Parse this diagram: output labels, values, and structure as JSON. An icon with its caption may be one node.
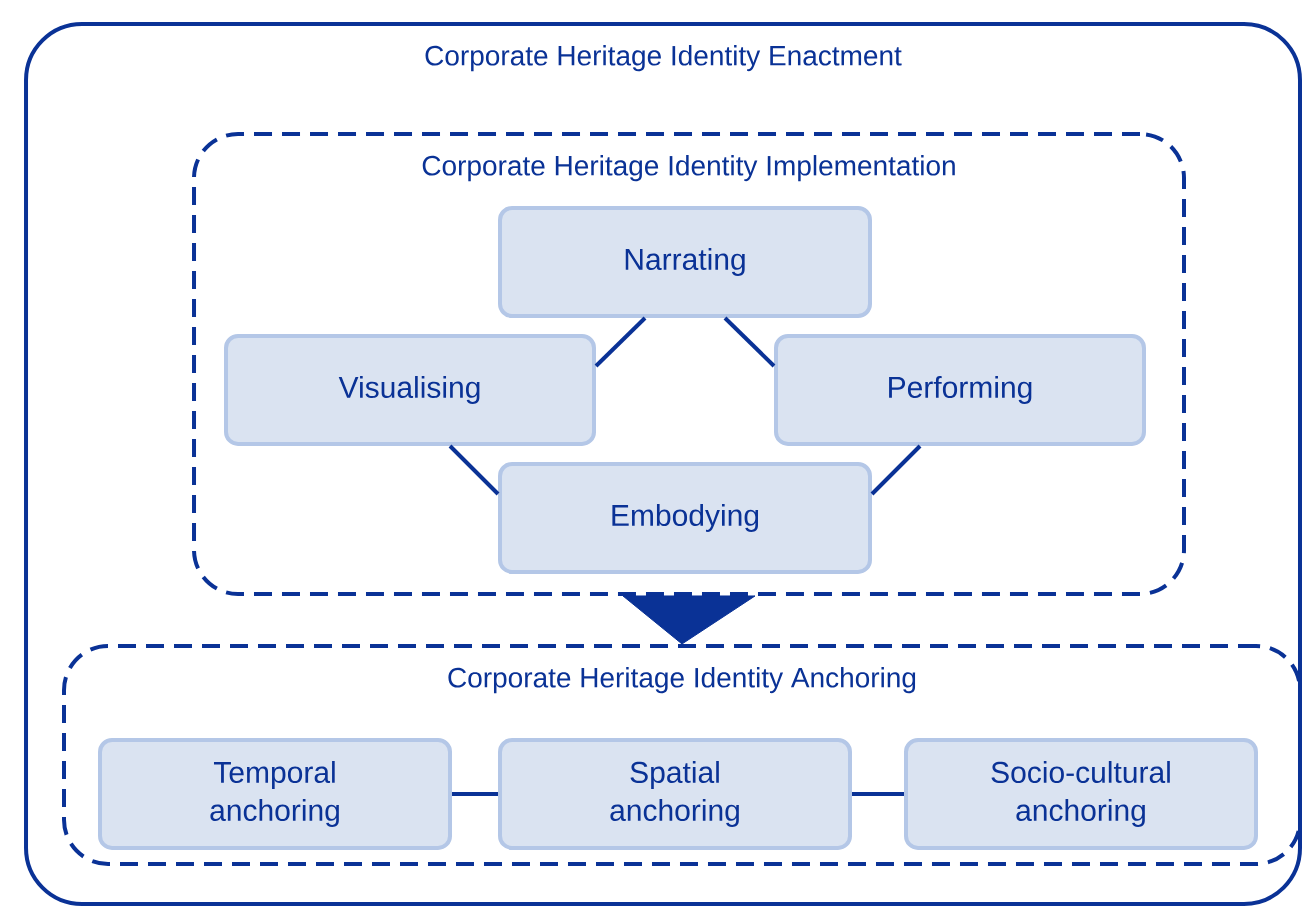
{
  "diagram": {
    "nodes": [
      {
        "text": [
          "Corporate Heritage Identity Enactment"
        ]
      },
      {
        "text": [
          "Corporate Heritage Identity Implementation"
        ],
        "in": 0
      },
      {
        "text": [
          "Narrating"
        ],
        "in": 1
      },
      {
        "text": [
          "Visualising"
        ],
        "in": 1
      },
      {
        "text": [
          "Performing"
        ],
        "in": 1
      },
      {
        "text": [
          "Embodying"
        ],
        "in": 1
      },
      {
        "text": [
          "Corporate Heritage Identity Anchoring"
        ],
        "in": 0
      },
      {
        "text": [
          "Temporal anchoring"
        ],
        "in": 6
      },
      {
        "text": [
          "Spatial anchoring"
        ],
        "in": 6
      },
      {
        "text": [
          "Socio-cultural anchoring"
        ],
        "in": 6
      }
    ],
    "edges": [
      {
        "from": 2,
        "to": 3,
        "arrow": "none"
      },
      {
        "from": 2,
        "to": 4,
        "arrow": "none"
      },
      {
        "from": 3,
        "to": 5,
        "arrow": "none"
      },
      {
        "from": 4,
        "to": 5,
        "arrow": "none"
      },
      {
        "from": 1,
        "to": 6,
        "arrow": "to"
      },
      {
        "from": 7,
        "to": 8,
        "arrow": "none"
      },
      {
        "from": 8,
        "to": 9,
        "arrow": "none"
      }
    ]
  }
}
